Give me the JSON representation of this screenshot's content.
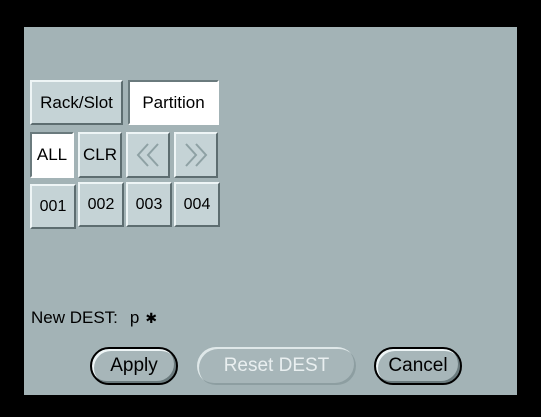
{
  "tabs": {
    "rack_slot": "Rack/Slot",
    "partition": "Partition",
    "selected": "partition"
  },
  "controls": {
    "all": "ALL",
    "clr": "CLR",
    "prev_icon": "double-chevron-left-icon",
    "next_icon": "double-chevron-right-icon",
    "all_selected": true,
    "nav_enabled": false
  },
  "slots": [
    "001",
    "002",
    "003",
    "004"
  ],
  "dest": {
    "label": "New DEST:",
    "value": "p",
    "marker": "✱"
  },
  "actions": {
    "apply": "Apply",
    "reset_dest": "Reset DEST",
    "reset_dest_enabled": false,
    "cancel": "Cancel"
  },
  "colors": {
    "background": "#000000",
    "panel": "#a3b3b6",
    "button_face": "#c5d3d6",
    "selected_face": "#ffffff",
    "disabled_text": "#e9eff0"
  }
}
